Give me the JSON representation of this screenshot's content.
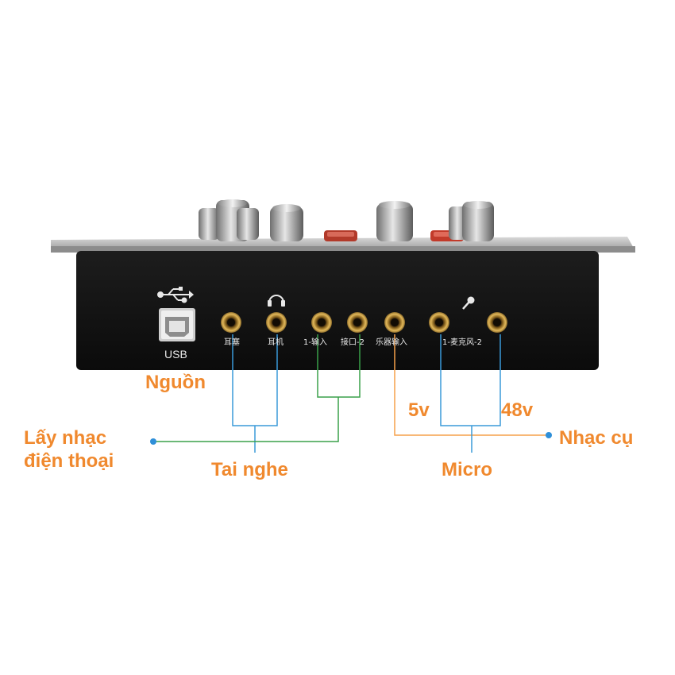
{
  "device": {
    "usb_label": "USB",
    "jack_labels": [
      "耳塞",
      "耳机",
      "1-输入",
      "接口-2",
      "乐器输入",
      "1-麦克风-2"
    ]
  },
  "annotations": {
    "power": "Nguồn",
    "phone_music_line1": "Lấy nhạc",
    "phone_music_line2": "điện thoại",
    "headphones": "Tai nghe",
    "mic_5v": "5v",
    "mic_48v": "48v",
    "instrument": "Nhạc cụ",
    "micro": "Micro"
  },
  "colors": {
    "label_orange": "#f0892e",
    "label_blue": "#2f6fb7",
    "line_blue": "#3a9ad9",
    "line_green": "#3aa04a",
    "line_orange": "#f5a04a",
    "panel": "#141414",
    "jack_gold": "#c9a04a"
  },
  "icons": [
    "usb-icon",
    "headphone-icon",
    "microphone-icon"
  ]
}
